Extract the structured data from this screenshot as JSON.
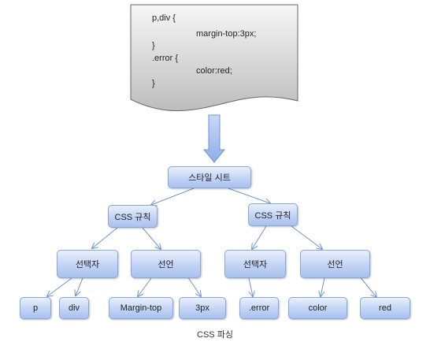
{
  "code": {
    "lines": [
      "p,div {",
      "margin-top:3px;",
      "}",
      ".error {",
      "color:red;",
      "}"
    ]
  },
  "tree": {
    "root": "스타일 시트",
    "rule_left": "CSS 규칙",
    "rule_right": "CSS 규칙",
    "selector_left": "선택자",
    "declaration_left": "선언",
    "selector_right": "선택자",
    "declaration_right": "선언",
    "leaf_p": "p",
    "leaf_div": "div",
    "leaf_margin": "Margin-top",
    "leaf_3px": "3px",
    "leaf_error": ".error",
    "leaf_color": "color",
    "leaf_red": "red"
  },
  "caption": "CSS 파싱",
  "colors": {
    "node_border": "#8aa7dc",
    "edge": "#6f93d6",
    "arrow_fill": "#9fb9ea",
    "document_fill": "#cfcfcf"
  }
}
